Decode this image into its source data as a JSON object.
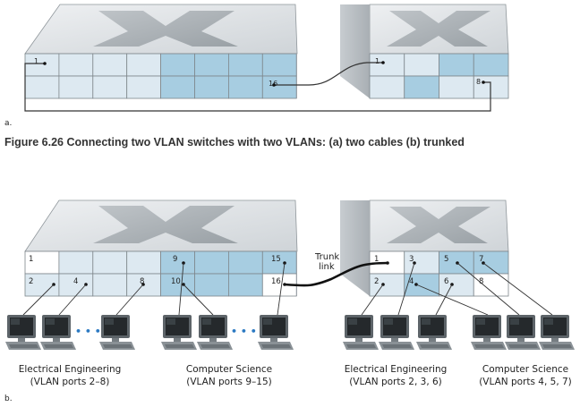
{
  "figure": {
    "caption": "Figure 6.26 Connecting two VLAN switches with two VLANs: (a) two cables (b) trunked",
    "part_a_label": "a.",
    "part_b_label": "b."
  },
  "part_a": {
    "left_switch": {
      "port_top_left": "1",
      "port_bottom_uplink": "16"
    },
    "right_switch": {
      "port_top_left": "1",
      "port_bottom_right": "8"
    }
  },
  "part_b": {
    "left_switch": {
      "ports": {
        "p1": "1",
        "p2": "2",
        "p4": "4",
        "p8": "8",
        "p9": "9",
        "p10": "10",
        "p15": "15",
        "p16": "16"
      }
    },
    "right_switch": {
      "ports": {
        "p1": "1",
        "p2": "2",
        "p3": "3",
        "p4": "4",
        "p5": "5",
        "p6": "6",
        "p7": "7",
        "p8": "8"
      }
    },
    "trunk_label_line1": "Trunk",
    "trunk_label_line2": "link",
    "ellipsis": "• • •",
    "groups": [
      {
        "name": "Electrical Engineering",
        "ports": "(VLAN ports 2–8)"
      },
      {
        "name": "Computer Science",
        "ports": "(VLAN ports 9–15)"
      },
      {
        "name": "Electrical Engineering",
        "ports": "(VLAN ports 2, 3, 6)"
      },
      {
        "name": "Computer Science",
        "ports": "(VLAN ports 4, 5, 7)"
      }
    ]
  },
  "colors": {
    "ee_port": "#dde9f1",
    "cs_port": "#a7cde1",
    "switch_top": "#dfe3e6",
    "switch_side": "#c3c8cc",
    "ellipsis": "#2b79c2"
  }
}
